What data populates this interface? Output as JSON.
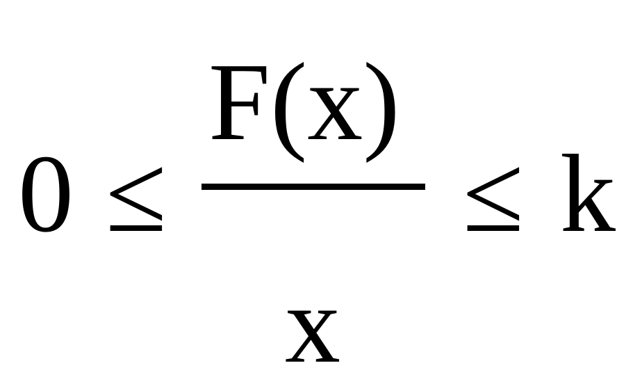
{
  "formula": {
    "lower_bound": "0",
    "relation_left": "≤",
    "numerator": "F(x)",
    "denominator": "x",
    "relation_right": "≤",
    "upper_bound": "k"
  }
}
